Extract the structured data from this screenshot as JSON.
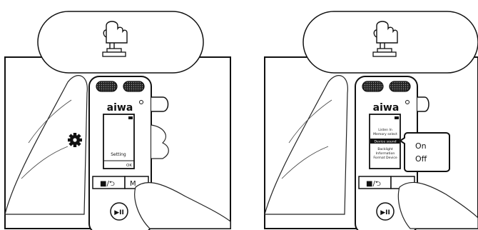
{
  "panels": [
    {
      "brand": "aiwa",
      "screen": {
        "setting_label": "Setting",
        "ok_label": "OK"
      },
      "buttons": {
        "stop_back_label": "■/⮌",
        "menu_label": "M",
        "play_pause_label": "▶II"
      },
      "gear_icon": "gear-icon",
      "press_icon": "finger-press-button-icon"
    },
    {
      "brand": "aiwa",
      "screen": {
        "menu_items": [
          "Listen In",
          "Memory select",
          "Device sound",
          "Backlight",
          "Information",
          "Format Device"
        ],
        "selected_item": "Device sound"
      },
      "buttons": {
        "stop_back_label": "■/⮌",
        "play_pause_label": "▶II"
      },
      "popup": {
        "options": [
          "On",
          "Off"
        ]
      },
      "press_icon": "finger-press-button-icon"
    }
  ]
}
